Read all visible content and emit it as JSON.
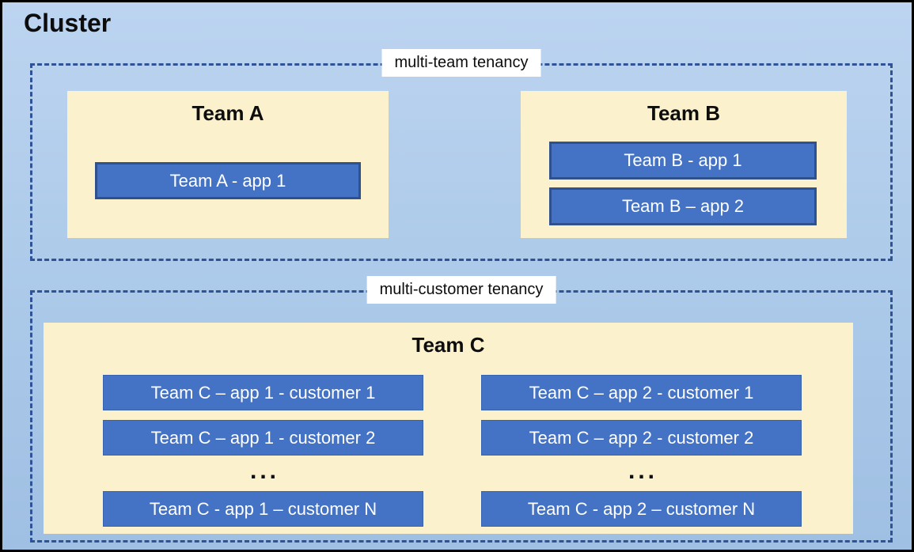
{
  "cluster_title": "Cluster",
  "sections": [
    {
      "label": "multi-team tenancy",
      "teams": [
        {
          "name": "Team A",
          "apps": [
            "Team A - app 1"
          ]
        },
        {
          "name": "Team B",
          "apps": [
            "Team B - app 1",
            "Team B – app 2"
          ]
        }
      ]
    },
    {
      "label": "multi-customer tenancy",
      "teams": [
        {
          "name": "Team C",
          "app_columns": [
            {
              "rows": [
                "Team C – app 1 - customer 1",
                "Team C – app 1 - customer 2"
              ],
              "ellipsis": "...",
              "last_row": "Team C - app 1 – customer N"
            },
            {
              "rows": [
                "Team C – app 2 - customer 1",
                "Team C – app 2 - customer 2"
              ],
              "ellipsis": "...",
              "last_row": "Team C - app 2 – customer N"
            }
          ]
        }
      ]
    }
  ],
  "colors": {
    "canvas_top": "#BCD4F0",
    "canvas_bottom": "#9FBFE3",
    "outer_border": "#000000",
    "dashed_border": "#2F5394",
    "team_panel_fill": "#FCF1CD",
    "app_fill": "#4472C4",
    "app_border": "#2F528F",
    "app_text": "#FFFFFF",
    "label_bg": "#FFFFFF",
    "heading_text": "#0D0D0D"
  }
}
